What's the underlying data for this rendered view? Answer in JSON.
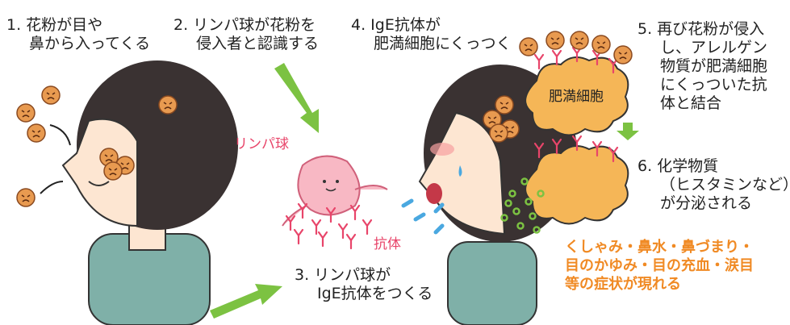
{
  "steps": {
    "step1": {
      "line1": "1. 花粉が目や",
      "line2": "鼻から入ってくる"
    },
    "step2": {
      "line1": "2. リンパ球が花粉を",
      "line2": "侵入者と認識する"
    },
    "step3": {
      "line1": "3. リンパ球が",
      "line2": "IgE抗体をつくる"
    },
    "step4": {
      "line1": "4. IgE抗体が",
      "line2": "肥満細胞にくっつく"
    },
    "step5": {
      "line1": "5. 再び花粉が侵入",
      "line2": "し、アレルゲン",
      "line3": "物質が肥満細胞",
      "line4": "にくっついた抗",
      "line5": "体と結合"
    },
    "step6": {
      "line1": "6. 化学物質",
      "line2": "（ヒスタミンなど）",
      "line3": "が分泌される"
    }
  },
  "labels": {
    "lymphocyte": "リンパ球",
    "antibody": "抗体",
    "mast_cell": "肥満細胞"
  },
  "symptoms": {
    "line1": "くしゃみ・鼻水・鼻づまり・",
    "line2": "目のかゆみ・目の充血・涙目",
    "line3": "等の症状が現れる"
  },
  "colors": {
    "hair": "#3a3232",
    "skin": "#fde6d2",
    "shirt": "#7fb0a8",
    "pollen": "#e89a50",
    "mast_cell": "#f5b657",
    "antibody": "#e8456a",
    "arrow": "#7cc242",
    "symptom_text": "#f08a24"
  }
}
